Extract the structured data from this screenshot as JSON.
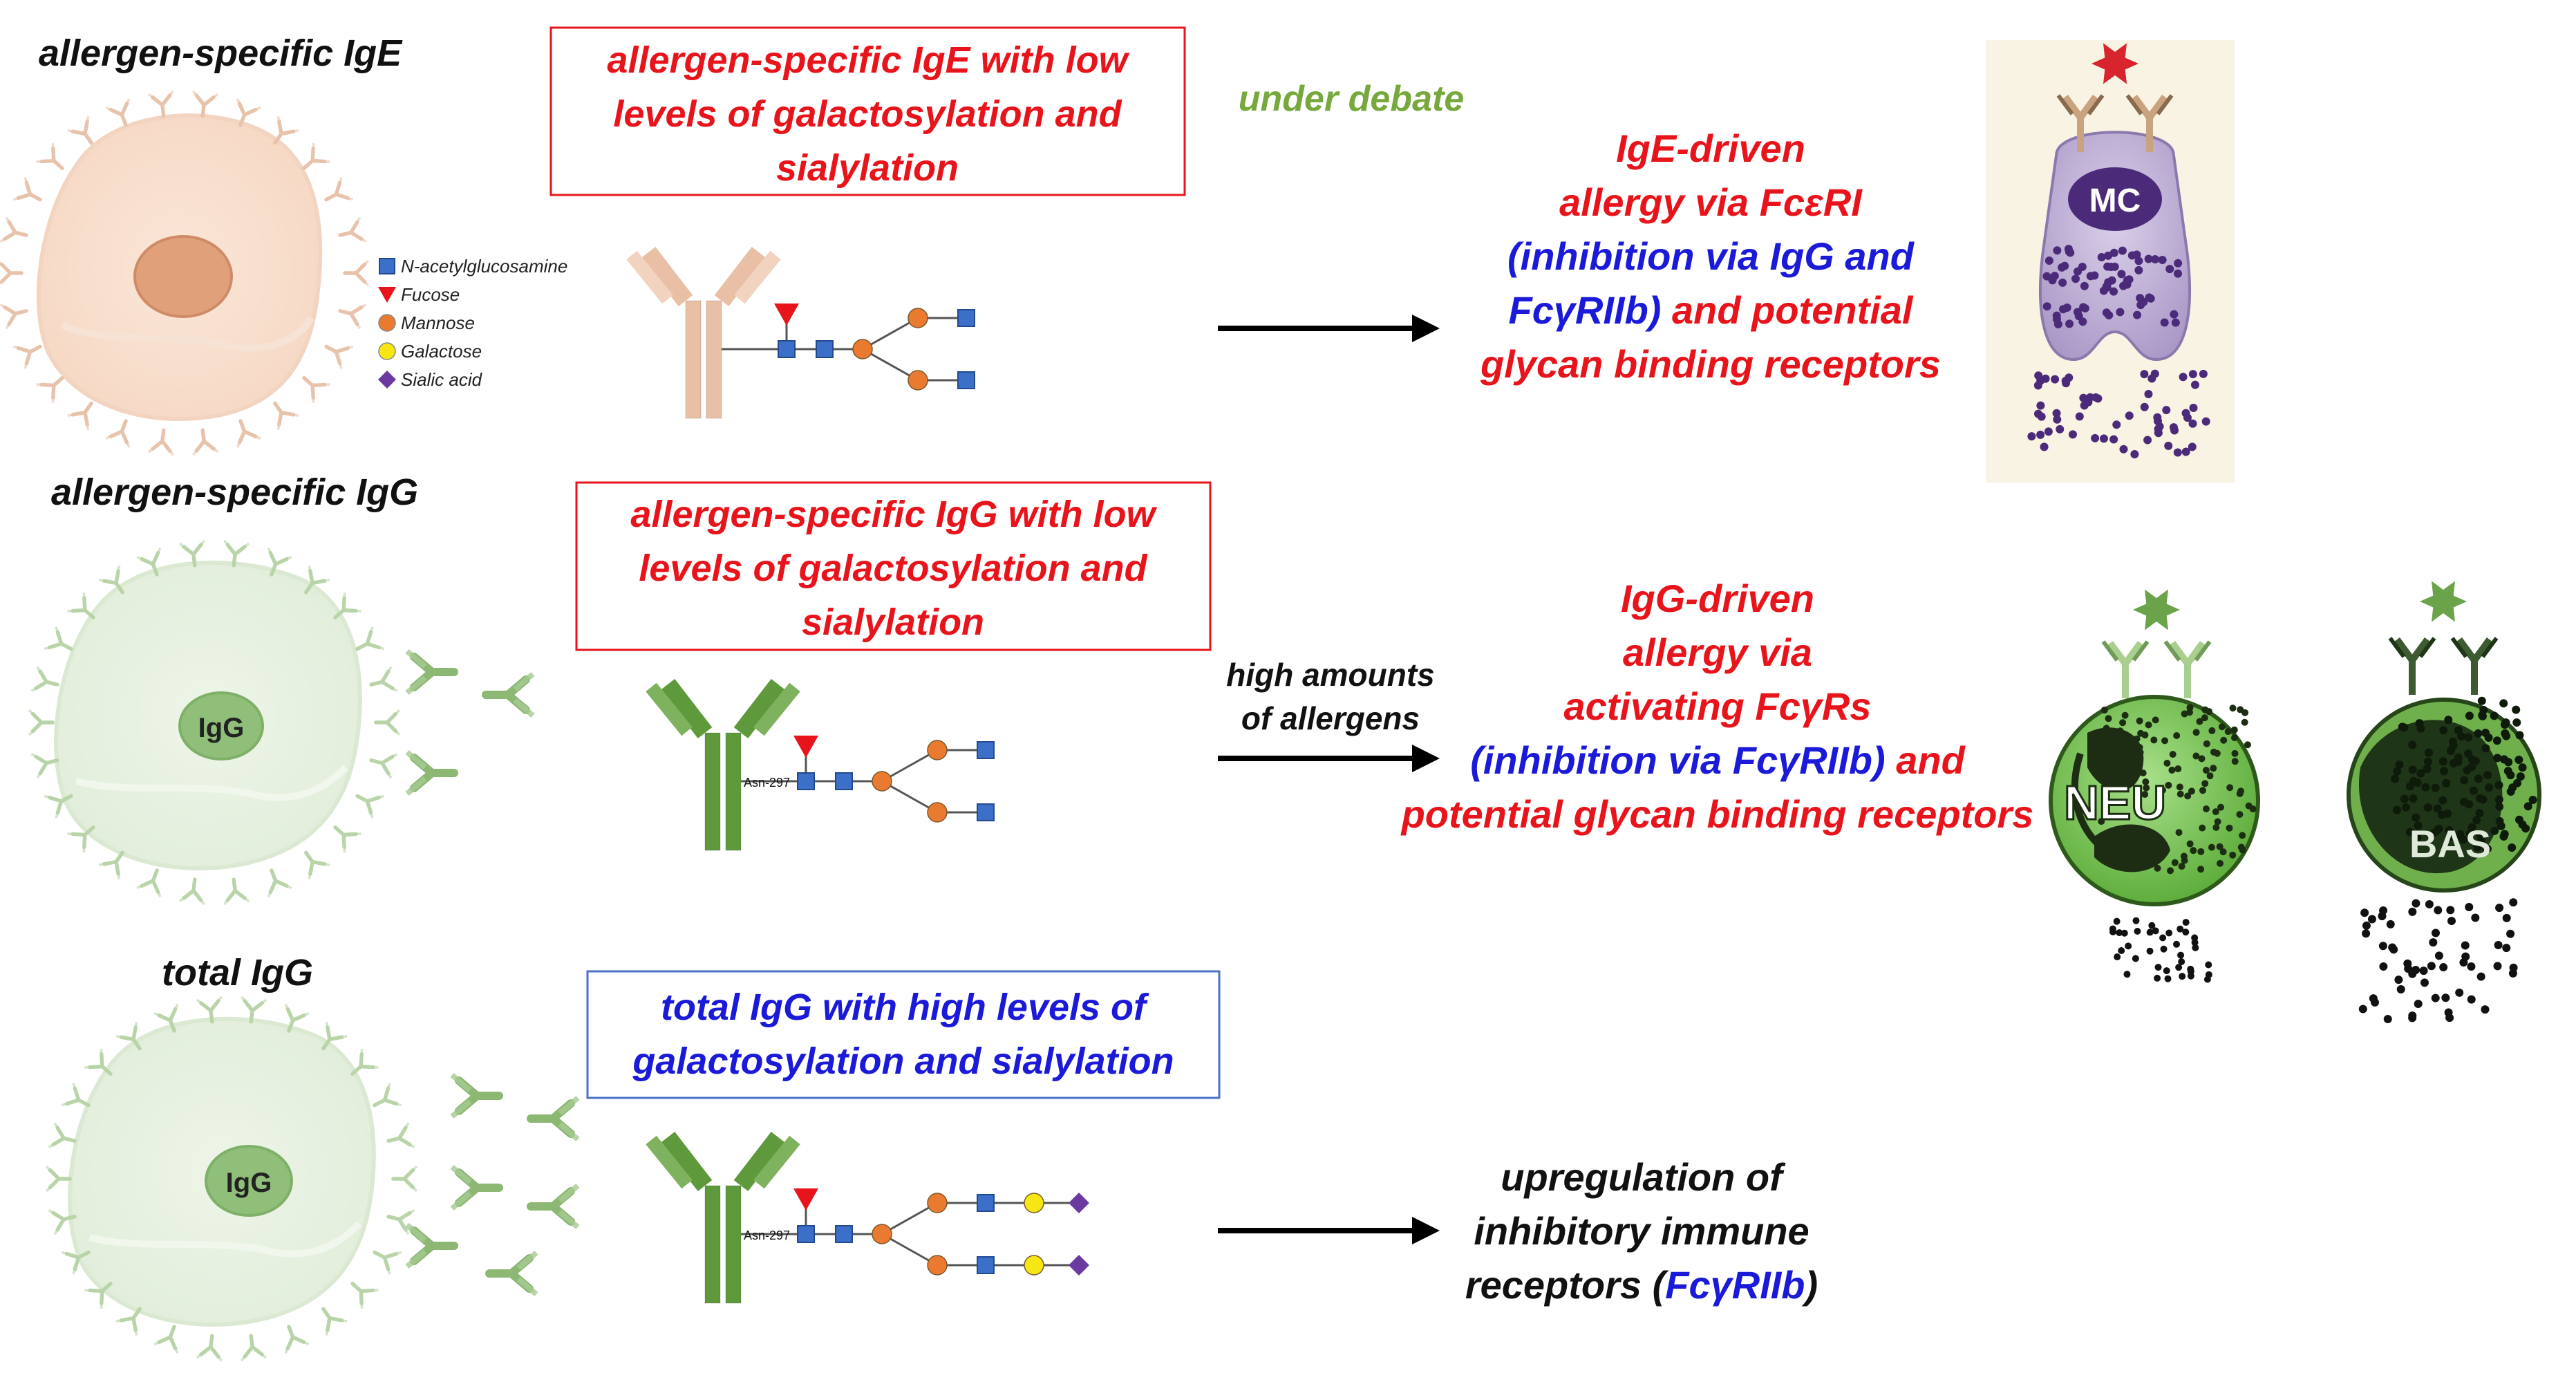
{
  "rows": [
    {
      "title": "allergen-specific IgE",
      "box_text": [
        "allergen-specific IgE with low",
        "levels of galactosylation and",
        "sialylation"
      ],
      "box_color": "#e8141b",
      "outcome": [
        [
          {
            "t": "IgE-driven",
            "c": "red"
          }
        ],
        [
          {
            "t": "allergy via FcεRI",
            "c": "red"
          }
        ],
        [
          {
            "t": "(inhibition via IgG and",
            "c": "blue"
          }
        ],
        [
          {
            "t": "FcγRIIb)",
            "c": "blue"
          },
          {
            "t": " and potential",
            "c": "red"
          }
        ],
        [
          {
            "t": "glycan binding receptors",
            "c": "red"
          }
        ]
      ]
    },
    {
      "title": "allergen-specific IgG",
      "cell_label": "IgG",
      "box_text": [
        "allergen-specific IgG with low",
        "levels of galactosylation and",
        "sialylation"
      ],
      "box_color": "#e8141b",
      "arrow_label": [
        "high amounts",
        "of allergens"
      ],
      "asn_label": "Asn-297",
      "outcome": [
        [
          {
            "t": "IgG-driven",
            "c": "red"
          }
        ],
        [
          {
            "t": "allergy via",
            "c": "red"
          }
        ],
        [
          {
            "t": "activating FcγRs",
            "c": "red"
          }
        ],
        [
          {
            "t": "(inhibition via FcγRIIb)",
            "c": "blue"
          },
          {
            "t": " and",
            "c": "red"
          }
        ],
        [
          {
            "t": "potential glycan binding receptors",
            "c": "red"
          }
        ]
      ]
    },
    {
      "title": "total IgG",
      "cell_label": "IgG",
      "box_text": [
        "total IgG with high levels of",
        "galactosylation and sialylation"
      ],
      "box_color": "#1a1ad8",
      "asn_label": "Asn-297",
      "outcome": [
        [
          {
            "t": "upregulation of",
            "c": "black"
          }
        ],
        [
          {
            "t": "inhibitory immune",
            "c": "black"
          }
        ],
        [
          {
            "t": "receptors (",
            "c": "black"
          },
          {
            "t": "FcγRIIb",
            "c": "blue"
          },
          {
            "t": ")",
            "c": "black"
          }
        ]
      ]
    }
  ],
  "debate_label": "under debate",
  "legend": [
    {
      "label": "N-acetylglucosamine",
      "shape": "square",
      "color": "#3c6fc8"
    },
    {
      "label": "Fucose",
      "shape": "triangle",
      "color": "#e8141b"
    },
    {
      "label": "Mannose",
      "shape": "circle",
      "color": "#ea7a30"
    },
    {
      "label": "Galactose",
      "shape": "circle",
      "color": "#f5e614"
    },
    {
      "label": "Sialic acid",
      "shape": "diamond",
      "color": "#6b3aa0"
    }
  ],
  "effector_cells": {
    "mast": "MC",
    "neutrophil": "NEU",
    "basophil": "BAS"
  },
  "colors": {
    "red": "#e8141b",
    "blue": "#1a1ad8",
    "green": "#77a83c",
    "black": "#111111"
  }
}
